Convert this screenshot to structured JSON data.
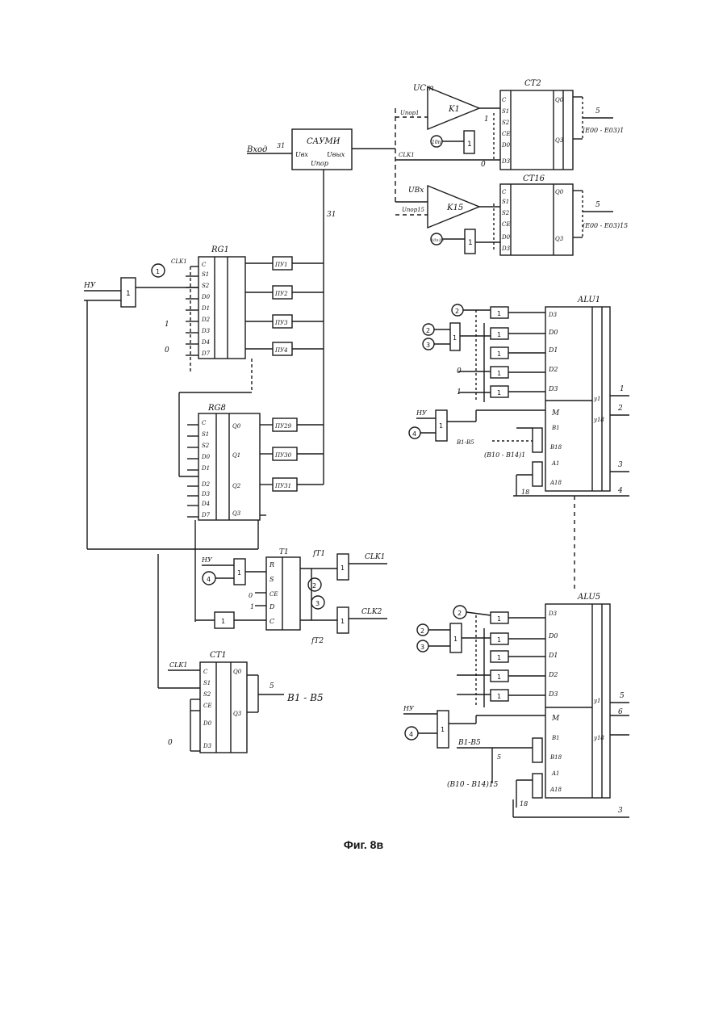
{
  "caption": "Фиг. 8в",
  "colors": {
    "ink": "#1a1a1a",
    "paper": "#ffffff"
  },
  "blocks": {
    "summer": {
      "title": "САУМИ",
      "in1": "Uвх",
      "in2": "Uвых",
      "in3": "Uпор",
      "vhod": "Вход",
      "vhod_bus": "31"
    },
    "ct2": {
      "title": "СТ2",
      "pins": [
        "C",
        "S1",
        "S2",
        "CЕ",
        "D0",
        "D3"
      ],
      "out_top": "Q0",
      "out_bot": "Q3",
      "bus": "5",
      "bus_label": "(E00 - E03)1"
    },
    "ct16": {
      "title": "СТ16",
      "pins": [
        "C",
        "S1",
        "S2",
        "CЕ",
        "D0",
        "D3"
      ],
      "out_top": "Q0",
      "out_bot": "Q3",
      "bus": "5",
      "bus_label": "(E00 - E03)15"
    },
    "k1": {
      "label": "K1",
      "ref": "UСт",
      "thr": "Uпор1",
      "osc": "10п"
    },
    "k15": {
      "label": "K15",
      "ref": "UВх",
      "thr": "Uпор15",
      "osc": "10п15"
    },
    "rg1": {
      "title": "RG1",
      "pins": [
        "C",
        "S1",
        "S2",
        "D0",
        "D1",
        "D2",
        "D3",
        "D4",
        "D7"
      ],
      "clk": "CLK1"
    },
    "rg8": {
      "title": "RG8",
      "pins": [
        "C",
        "S1",
        "S2",
        "D0",
        "D1",
        "D2",
        "D3",
        "D4",
        "D7"
      ],
      "outs": [
        "Q0",
        "Q1",
        "Q2",
        "Q3"
      ]
    },
    "pu": [
      "ПУ1",
      "ПУ2",
      "ПУ3",
      "ПУ4",
      "ПУ29",
      "ПУ30",
      "ПУ31"
    ],
    "bus31": "31",
    "alu1": {
      "title": "ALU1",
      "pins": [
        "D3",
        "D0",
        "D1",
        "D2",
        "D3",
        "M",
        "B1",
        "B18",
        "A1",
        "A18"
      ],
      "outs": [
        "y1",
        "y18"
      ],
      "bus_out": [
        "1",
        "2",
        "3",
        "4"
      ],
      "b_in": "B1-B5",
      "b_label": "(B10 - B14)1",
      "a_bus": "18"
    },
    "alu5": {
      "title": "ALU5",
      "pins": [
        "D3",
        "D0",
        "D1",
        "D2",
        "D3",
        "M",
        "B1",
        "B18",
        "A1",
        "A18"
      ],
      "outs": [
        "y1",
        "y18"
      ],
      "bus_out": [
        "5",
        "6",
        "3"
      ],
      "b_in": "B1-B5",
      "b_bus": "5",
      "b_label": "(B10 - B14)15",
      "a_bus": "18"
    },
    "t1": {
      "title": "T1",
      "pins": [
        "R",
        "S",
        "CЕ",
        "D",
        "C"
      ],
      "f1": "fT1",
      "f2": "fT2",
      "clk1": "CLK1",
      "clk2": "CLK2"
    },
    "ct1": {
      "title": "СТ1",
      "pins": [
        "C",
        "S1",
        "S2",
        "CЕ",
        "D0",
        "D3"
      ],
      "outs": [
        "Q0",
        "Q3"
      ],
      "bus": "5",
      "bus_label": "B1 - B5",
      "clk": "CLK1"
    },
    "logic_levels": {
      "zero": "0",
      "one": "1"
    },
    "ny": "НУ",
    "gate": "1",
    "markers": [
      "1",
      "2",
      "3",
      "4"
    ]
  }
}
